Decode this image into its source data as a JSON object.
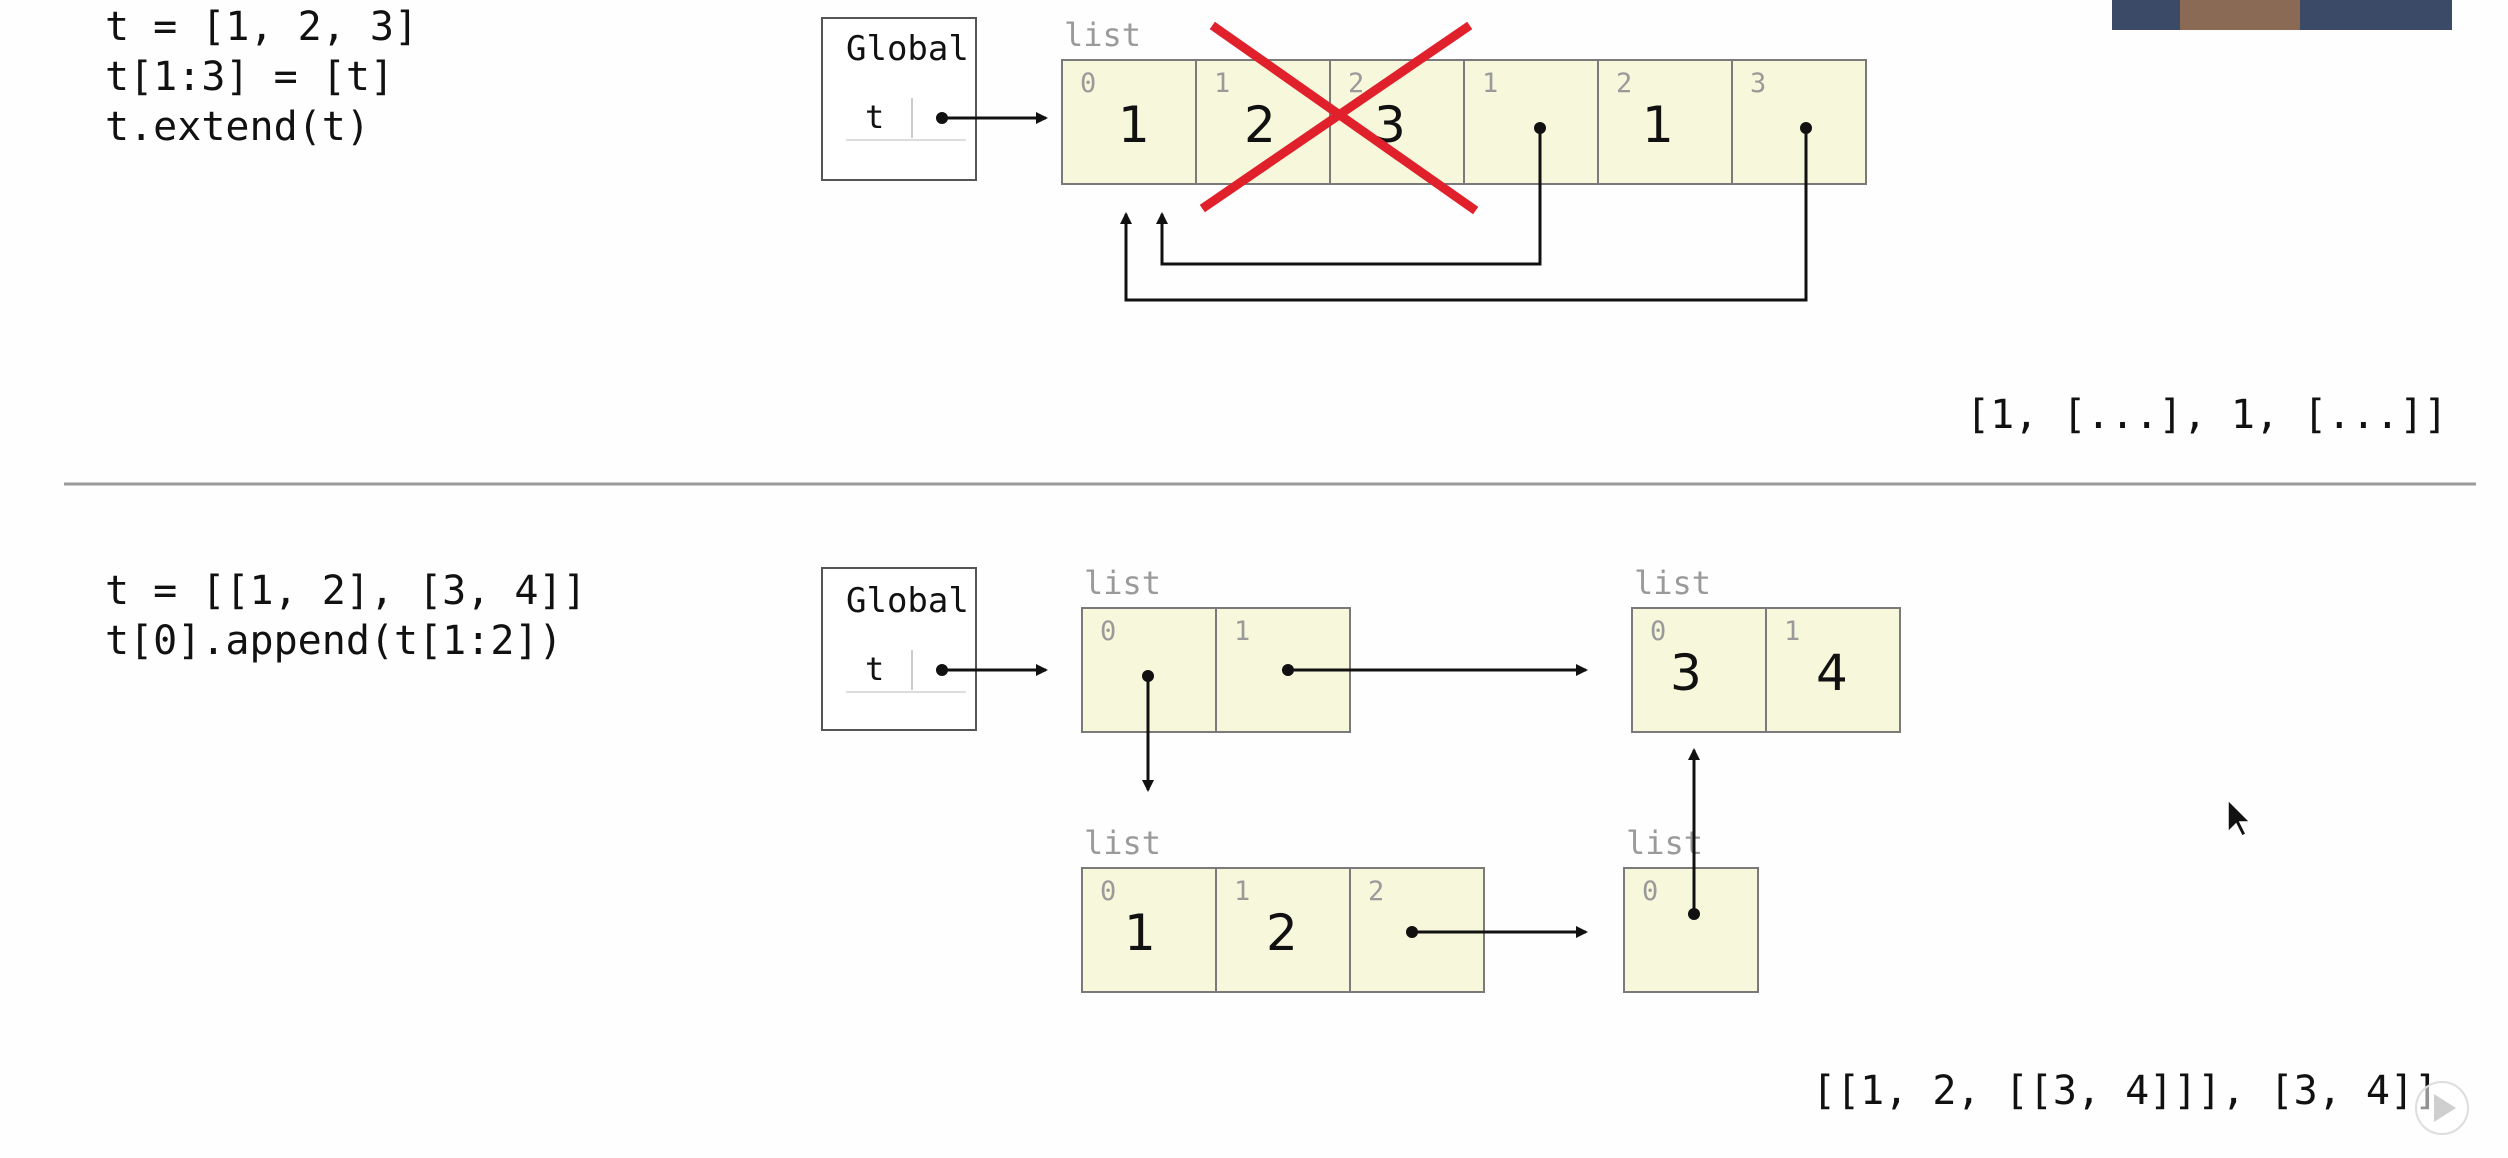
{
  "colors": {
    "cell_fill": "#f7f7dc",
    "cross_out": "#e0202a",
    "divider": "#9a9a9a",
    "index_gray": "#9a9a9a"
  },
  "example1": {
    "code_lines": [
      "t = [1, 2, 3]",
      "t[1:3] = [t]",
      "t.extend(t)"
    ],
    "frame_title": "Global",
    "variable": "t",
    "list_label": "list",
    "cells": [
      {
        "index": "0",
        "value": "1"
      },
      {
        "index": "1",
        "value": "2"
      },
      {
        "index": "2",
        "value": "3"
      },
      {
        "index": "1",
        "value": ""
      },
      {
        "index": "2",
        "value": "1"
      },
      {
        "index": "3",
        "value": ""
      }
    ],
    "crossed_out_indices": [
      1,
      2
    ],
    "result": "[1, [...], 1, [...]]"
  },
  "example2": {
    "code_lines": [
      "t = [[1, 2], [3, 4]]",
      "t[0].append(t[1:2])"
    ],
    "frame_title": "Global",
    "variable": "t",
    "outer_list": {
      "label": "list",
      "cells": [
        {
          "index": "0",
          "value": ""
        },
        {
          "index": "1",
          "value": ""
        }
      ]
    },
    "list_34": {
      "label": "list",
      "cells": [
        {
          "index": "0",
          "value": "3"
        },
        {
          "index": "1",
          "value": "4"
        }
      ]
    },
    "list_12": {
      "label": "list",
      "cells": [
        {
          "index": "0",
          "value": "1"
        },
        {
          "index": "1",
          "value": "2"
        },
        {
          "index": "2",
          "value": ""
        }
      ]
    },
    "list_slice": {
      "label": "list",
      "cells": [
        {
          "index": "0",
          "value": ""
        }
      ]
    },
    "result": "[[1, 2, [[3, 4]]], [3, 4]]"
  }
}
